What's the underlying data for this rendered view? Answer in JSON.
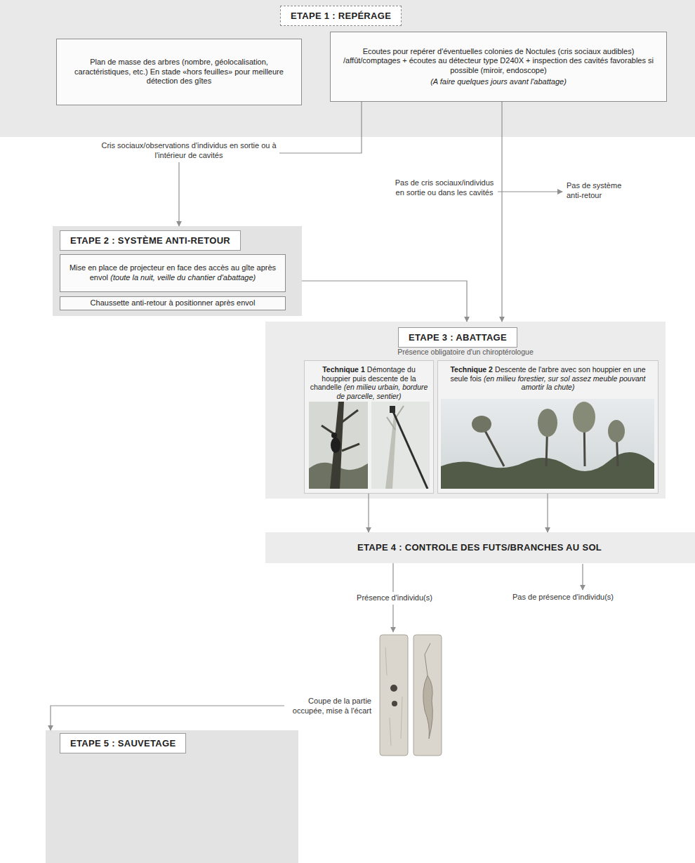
{
  "diagram": {
    "nodes": [
      {
        "text": [
          "ETAPE 1 : REPÉRAGE"
        ]
      },
      {
        "text": [
          "Plan de masse des arbres (nombre, géolocalisation, caractéristiques, etc.) En stade «hors feuilles» pour meilleure détection des gîtes"
        ],
        "in": 0
      },
      {
        "text": [
          "Ecoutes pour repérer d'éventuelles colonies de Noctules (cris sociaux audibles) /affût/comptages + écoutes au détecteur type D240X + inspection des cavités favorables si possible (miroir, endoscope)",
          "(A faire quelques jours avant l'abattage)"
        ],
        "in": 0
      },
      {
        "text": [
          "ETAPE 2 : SYSTÈME ANTI-RETOUR"
        ]
      },
      {
        "text": [
          "Mise en place de projecteur en face des accès au gîte après envol",
          "(toute la nuit, veille du chantier d'abattage)"
        ],
        "in": 3
      },
      {
        "text": [
          "Chaussette anti-retour à positionner après envol"
        ],
        "in": 3
      },
      {
        "text": [
          "ETAPE 3 : ABATTAGE",
          "Présence obligatoire d'un chiroptérologue"
        ]
      },
      {
        "text": [
          "Technique 1",
          "Démontage du houppier puis descente de la chandelle",
          "(en milieu urbain, bordure de parcelle, sentier)"
        ],
        "in": 6
      },
      {
        "text": [
          "Technique 2",
          "Descente de l'arbre avec son houppier en une seule fois",
          "(en milieu forestier, sur sol assez meuble pouvant amortir la chute)"
        ],
        "in": 6
      },
      {
        "text": [
          "ETAPE 4 : CONTROLE DES FUTS/BRANCHES AU SOL"
        ]
      },
      {
        "text": [
          "Coupe de la partie occupée, mise à l'écart"
        ]
      },
      {
        "text": [
          "ETAPE 5 : SAUVETAGE"
        ]
      }
    ],
    "edges": [
      {
        "from": 2,
        "to": 3,
        "arrow": "to",
        "label": "Cris sociaux/observations d'individus en sortie ou à l'intérieur de cavités"
      },
      {
        "from": 2,
        "to": 6,
        "arrow": "to",
        "label": "Pas de cris sociaux/individus en sortie ou dans les cavités"
      },
      {
        "from": 3,
        "to": 6,
        "arrow": "to"
      },
      {
        "from": 7,
        "to": 9,
        "arrow": "to"
      },
      {
        "from": 8,
        "to": 9,
        "arrow": "to"
      },
      {
        "from": 9,
        "to": 10,
        "arrow": "to",
        "label": "Présence d'individu(s)"
      },
      {
        "from": 10,
        "to": 11,
        "arrow": "to"
      }
    ],
    "labels": [
      "Pas de système anti-retour",
      "Pas de présence d'individu(s)"
    ]
  }
}
